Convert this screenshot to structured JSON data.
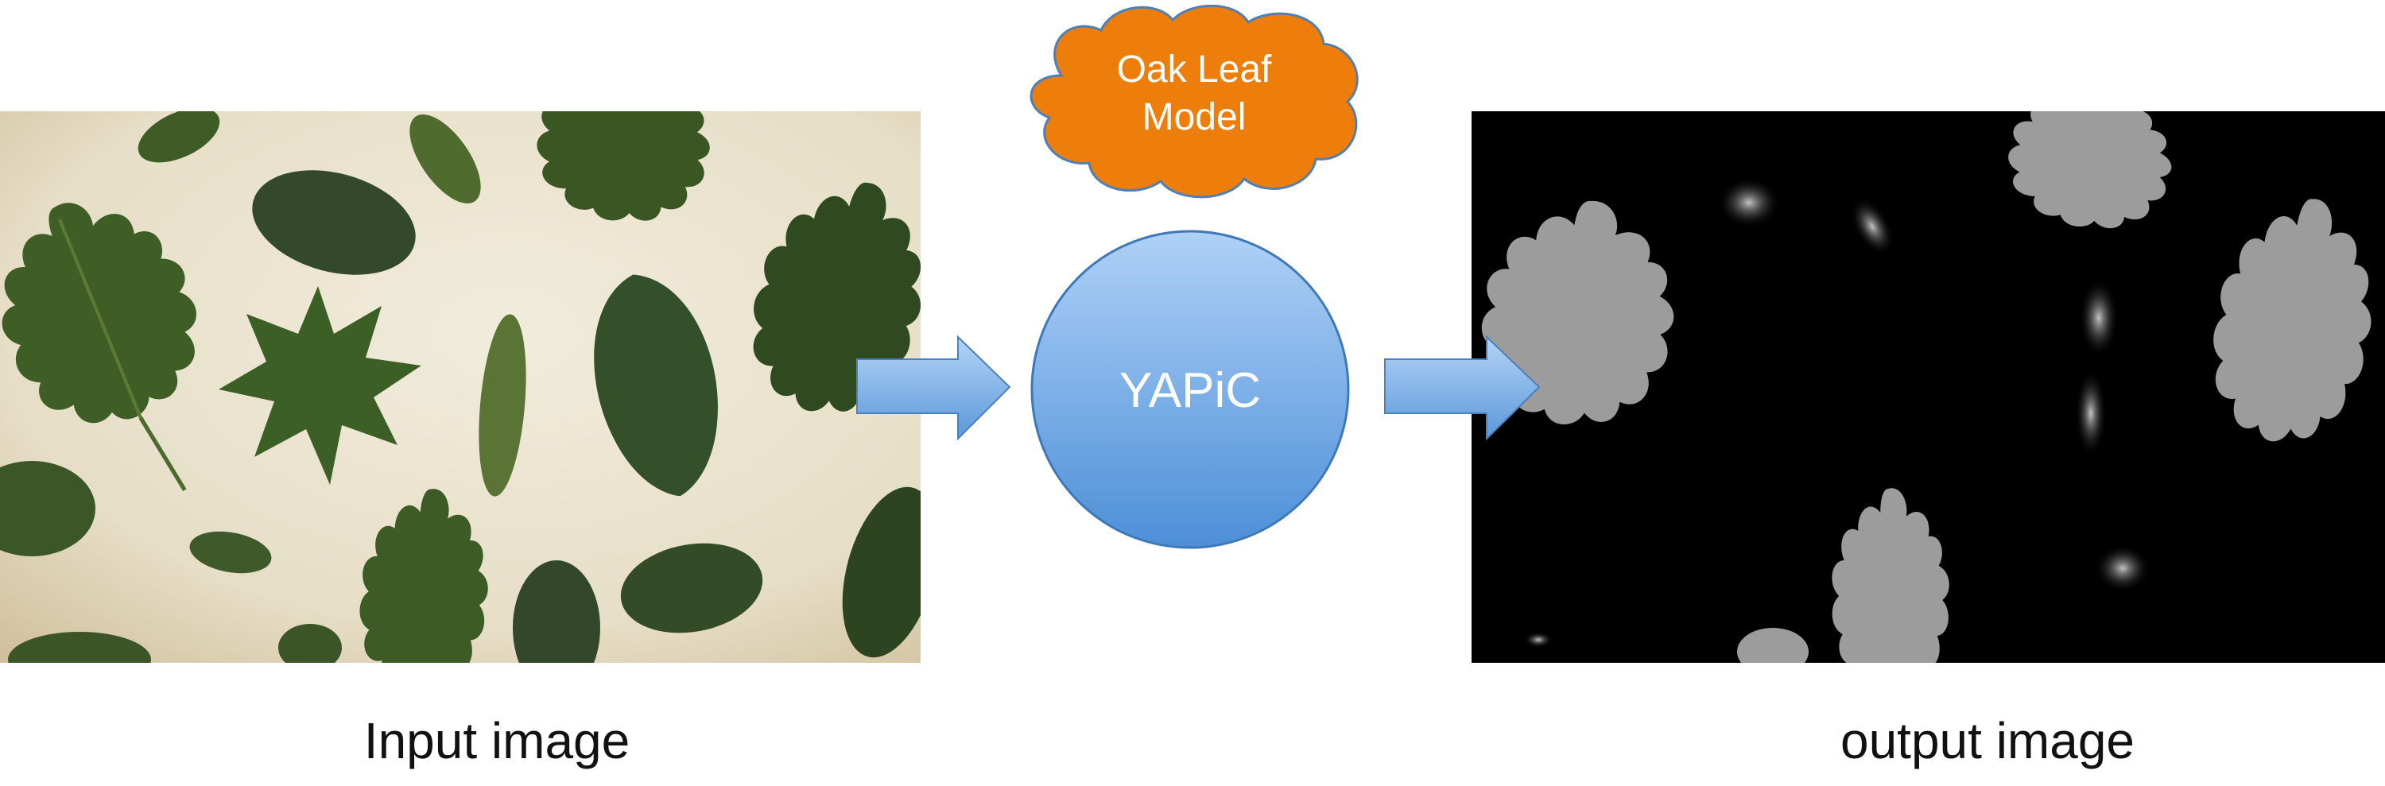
{
  "model": {
    "label_line1": "Oak Leaf",
    "label_line2": "Model",
    "color": "#ED7D0A"
  },
  "processor": {
    "label": "YAPiC",
    "color_top": "#A9CCF5",
    "color_bottom": "#4F92DB"
  },
  "input": {
    "caption": "Input image",
    "background_color": "#E7E0CB",
    "leaf_color": "#3E5A22"
  },
  "output": {
    "caption": "output image",
    "background_color": "#000000",
    "segment_color": "#9A9A9A"
  },
  "arrows": {
    "color_top": "#A4C9F2",
    "color_bottom": "#5E9BDC"
  }
}
